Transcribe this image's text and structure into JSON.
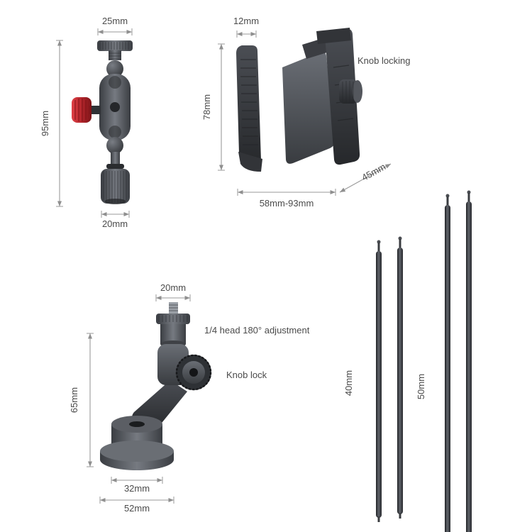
{
  "figure": {
    "type": "product-dimension-diagram",
    "background": "#ffffff"
  },
  "colors": {
    "dimension": "#9a9a9a",
    "text": "#4b4b4b",
    "accent_red": "#b3262c",
    "metal_dark": "#33363a"
  },
  "ball_head": {
    "dim_width_top": "25mm",
    "dim_height": "95mm",
    "dim_width_bottom": "20mm"
  },
  "phone_clamp": {
    "dim_top": "12mm",
    "dim_height": "78mm",
    "knob_label": "Knob locking",
    "dim_width_range": "58mm-93mm",
    "dim_depth": "45mm"
  },
  "bracket": {
    "dim_top_width": "20mm",
    "head_label": "1/4 head 180° adjustment",
    "knob_label": "Knob lock",
    "dim_height": "65mm",
    "dim_base_top": "32mm",
    "dim_base_flange": "52mm"
  },
  "rods": {
    "pair_left_dim": "40mm",
    "pair_right_dim": "50mm"
  }
}
